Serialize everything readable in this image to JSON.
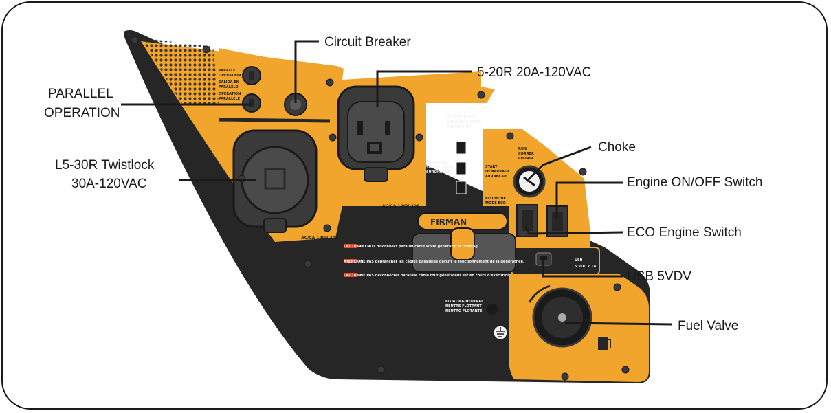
{
  "colors": {
    "panel_black": "#262626",
    "panel_yellow": "#f2a52c",
    "outlet_gray": "#3a3a3a",
    "leader_line": "#1a1a1a"
  },
  "callouts": {
    "circuit_breaker": "Circuit Breaker",
    "outlet_520r": "5-20R 20A-120VAC",
    "parallel_line1": "PARALLEL",
    "parallel_line2": "OPERATION",
    "choke": "Choke",
    "engine_switch": "Engine ON/OFF Switch",
    "twistlock_line1": "L5-30R Twistlock",
    "twistlock_line2": "30A-120VAC",
    "eco_switch": "ECO Engine Switch",
    "usb": "USB 5VDV",
    "fuel_valve": "Fuel Valve"
  },
  "panel_text": {
    "parallel_label_a1": "PARALLEL",
    "parallel_label_a2": "OPERATION",
    "parallel_label_a3": "SALIDA EN",
    "parallel_label_a4": "PARALELO",
    "parallel_label_b1": "OPERATION",
    "parallel_label_b2": "PARALLÈLE",
    "output_ready_1": "OUTPUT READY",
    "output_ready_2": "CORRIENTE LISTO",
    "output_ready_3": "SORTIE PRÊT",
    "overload_1": "OVERLOAD",
    "overload_2": "SOBRECARGA",
    "overload_3": "SURCHARGE",
    "rating_20a": "AC/CA 120V 20A",
    "rating_30a": "AC/CA 120V 30A",
    "start_1": "START",
    "start_2": "DÉMARRAGE",
    "start_3": "ARRANCAR",
    "run_1": "RUN",
    "run_2": "CORRER",
    "run_3": "COURIR",
    "eco_1": "ECO MODE",
    "eco_2": "MODE ECO",
    "usb_1": "USB",
    "usb_2": "5 VDC 2.1A",
    "handle_brand": "FIRMAN",
    "warn_tag_1": "CAUTION",
    "warn_text_1": "DO NOT disconnect parallel cable while generator is running.",
    "warn_tag_2": "ATENCIÓN",
    "warn_text_2": "NE PAS débrancher les câbles parallèles durant le fonctionnement de la génératrice.",
    "warn_tag_3": "CAUTION",
    "warn_text_3": "NE PAS déconnecter parallèle câble tout générateur est en cours d'exécution.",
    "floating_1": "FLOATING NEUTRAL",
    "floating_2": "NEUTRE FLOTTANT",
    "floating_3": "NEUTRO FLOTANTE"
  }
}
